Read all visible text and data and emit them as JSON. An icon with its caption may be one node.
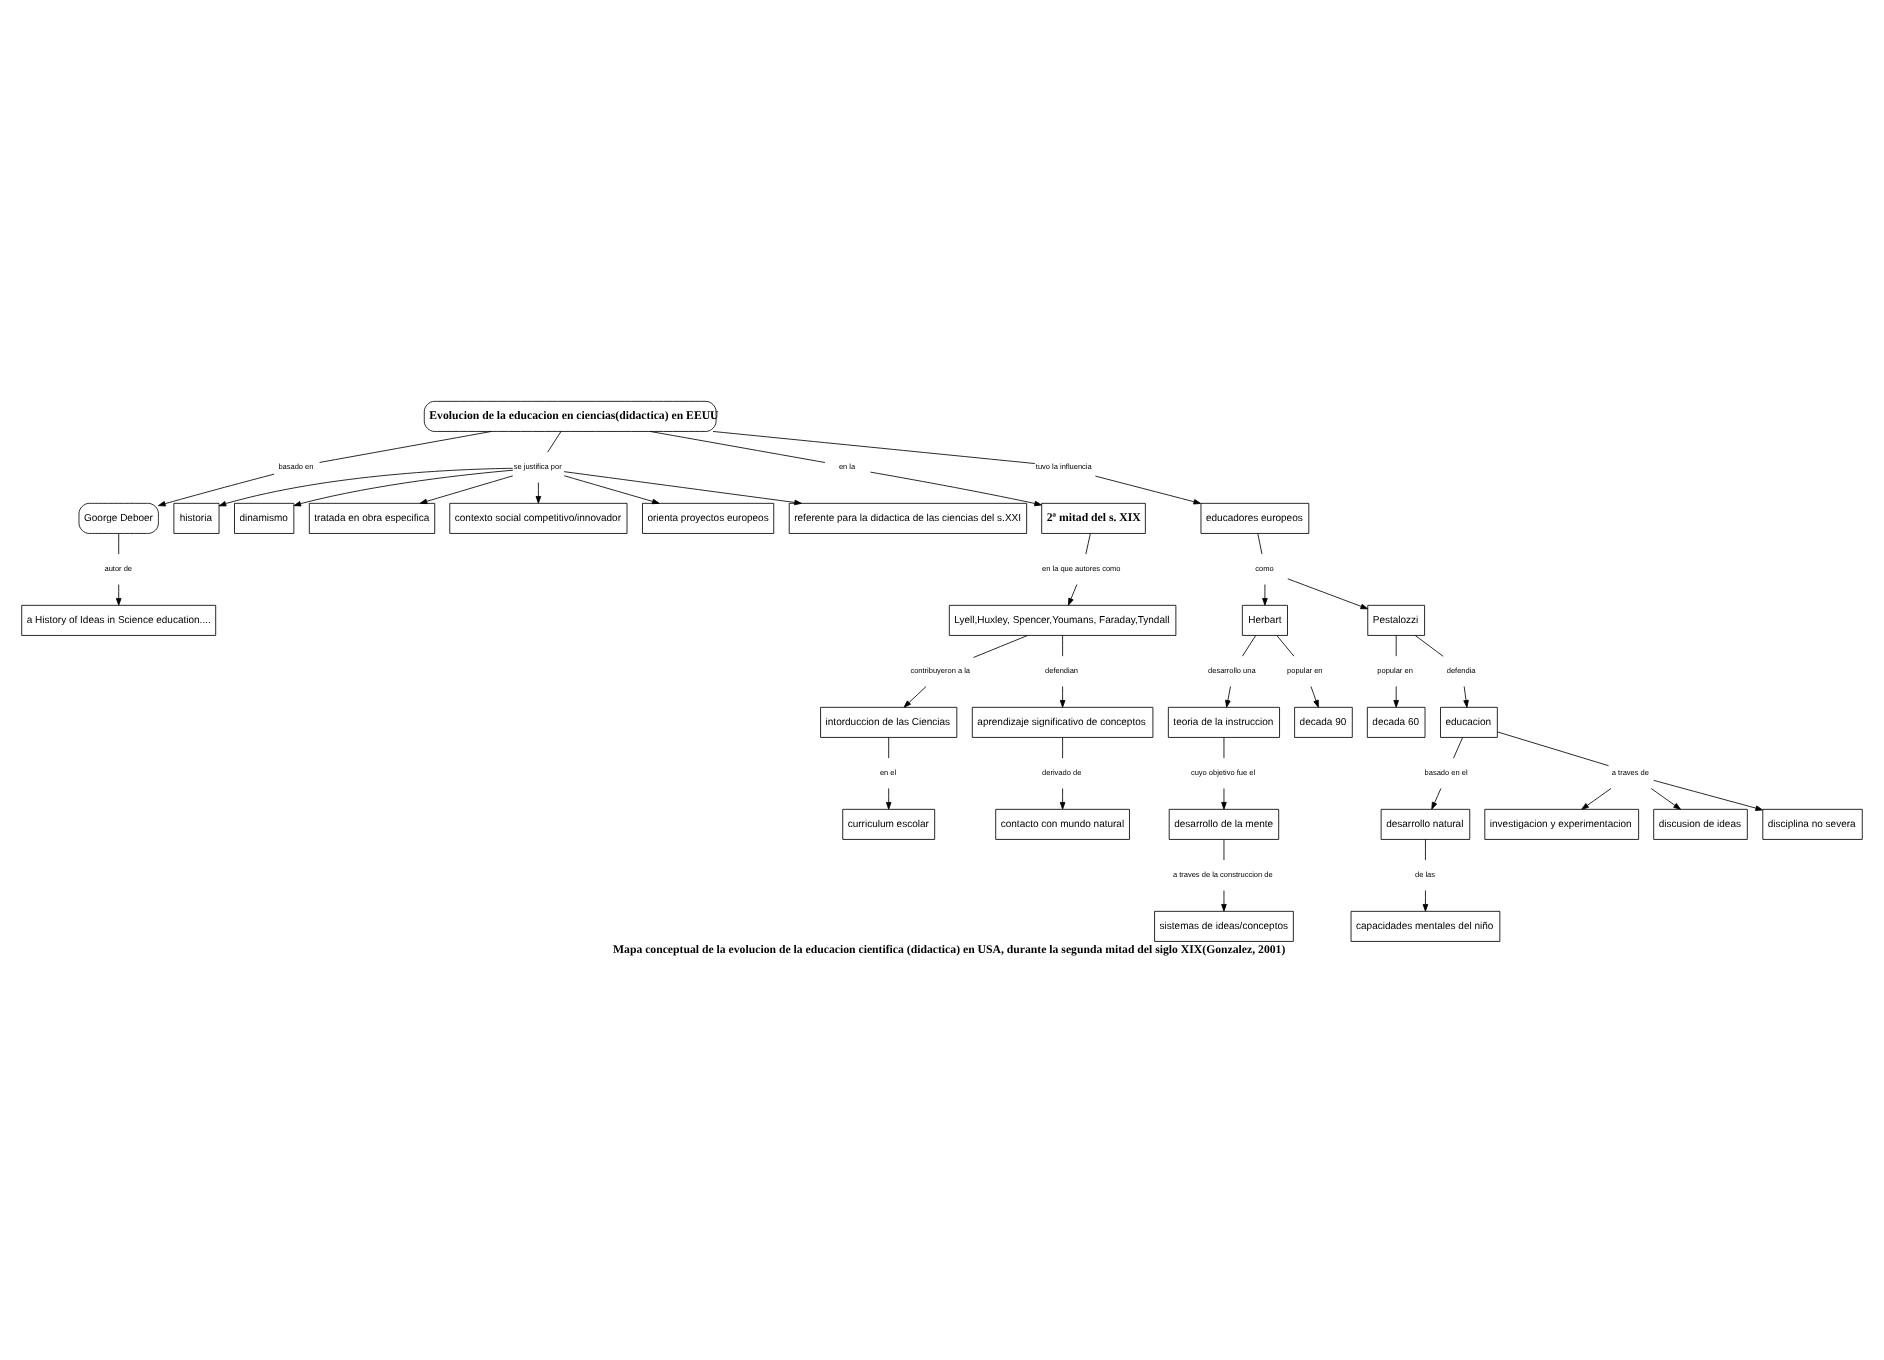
{
  "diagram": {
    "caption": "Mapa conceptual de la evolucion de la educacion cientifica (didactica) en USA, durante la segunda mitad del siglo XIX(Gonzalez, 2001)",
    "nodes": [
      {
        "text": [
          "Evolucion de la educacion en ciencias(didactica) en EEUU"
        ]
      },
      {
        "text": [
          "autor de"
        ]
      },
      {
        "text": [
          "Goorge Deboer"
        ]
      },
      {
        "text": [
          "a History of Ideas in Science education...."
        ]
      },
      {
        "text": [
          "basado en"
        ]
      },
      {
        "text": [
          "se justifica por"
        ]
      },
      {
        "text": [
          "en la"
        ]
      },
      {
        "text": [
          "tuvo la influencia"
        ]
      },
      {
        "text": [
          "historia"
        ]
      },
      {
        "text": [
          "2ª mitad del s. XIX"
        ]
      },
      {
        "text": [
          "dinamismo"
        ]
      },
      {
        "text": [
          "en la que autores como"
        ]
      },
      {
        "text": [
          "educadores europeos"
        ]
      },
      {
        "text": [
          "tratada en obra especifica"
        ]
      },
      {
        "text": [
          "Lyell,Huxley, Spencer,Youmans, Faraday,Tyndall"
        ]
      },
      {
        "text": [
          "como"
        ]
      },
      {
        "text": [
          "Herbart"
        ]
      },
      {
        "text": [
          "Pestalozzi"
        ]
      },
      {
        "text": [
          "contexto social competitivo/innovador"
        ]
      },
      {
        "text": [
          "desarrollo una"
        ]
      },
      {
        "text": [
          "teoria de la instruccion"
        ]
      },
      {
        "text": [
          "popular en"
        ]
      },
      {
        "text": [
          "contribuyeron a la"
        ]
      },
      {
        "text": [
          "defendian"
        ]
      },
      {
        "text": [
          "defendia"
        ]
      },
      {
        "text": [
          "popular en"
        ]
      },
      {
        "text": [
          "cuyo objetivo fue el"
        ]
      },
      {
        "text": [
          "orienta proyectos europeos"
        ]
      },
      {
        "text": [
          "decada 60"
        ]
      },
      {
        "text": [
          "educacion"
        ]
      },
      {
        "text": [
          "decada 90"
        ]
      },
      {
        "text": [
          "referente para la didactica de las ciencias del s.XXI"
        ]
      },
      {
        "text": [
          "intorduccion de las Ciencias"
        ]
      },
      {
        "text": [
          "desarrollo de la mente"
        ]
      },
      {
        "text": [
          "basado en el"
        ]
      },
      {
        "text": [
          "en el"
        ]
      },
      {
        "text": [
          "aprendizaje significativo de conceptos"
        ]
      },
      {
        "text": [
          "desarrollo natural"
        ]
      },
      {
        "text": [
          "a traves de"
        ]
      },
      {
        "text": [
          "investigacion y experimentacion"
        ]
      },
      {
        "text": [
          "curriculum escolar"
        ]
      },
      {
        "text": [
          "derivado de"
        ]
      },
      {
        "text": [
          "discusion de ideas"
        ]
      },
      {
        "text": [
          "a traves de la construccion de"
        ]
      },
      {
        "text": [
          "contacto con mundo natural"
        ]
      },
      {
        "text": [
          "de las"
        ]
      },
      {
        "text": [
          "disciplina no severa"
        ]
      },
      {
        "text": [
          "sistemas de ideas/conceptos"
        ]
      },
      {
        "text": [
          "capacidades mentales del niño"
        ]
      }
    ],
    "edges": [
      {
        "from": 2,
        "to": 1,
        "arrow": "none"
      },
      {
        "from": 1,
        "to": 3,
        "arrow": "to"
      },
      {
        "from": 0,
        "to": 4,
        "arrow": "none"
      },
      {
        "from": 4,
        "to": 2,
        "arrow": "to"
      },
      {
        "from": 0,
        "to": 5,
        "arrow": "none"
      },
      {
        "from": 5,
        "to": 8,
        "arrow": "to"
      },
      {
        "from": 5,
        "to": 10,
        "arrow": "to"
      },
      {
        "from": 5,
        "to": 13,
        "arrow": "to"
      },
      {
        "from": 5,
        "to": 18,
        "arrow": "to"
      },
      {
        "from": 5,
        "to": 31,
        "arrow": "to"
      },
      {
        "from": 5,
        "to": 27,
        "arrow": "to"
      },
      {
        "from": 0,
        "to": 6,
        "arrow": "none"
      },
      {
        "from": 6,
        "to": 9,
        "arrow": "to"
      },
      {
        "from": 0,
        "to": 7,
        "arrow": "none"
      },
      {
        "from": 7,
        "to": 12,
        "arrow": "to"
      },
      {
        "from": 9,
        "to": 11,
        "arrow": "none"
      },
      {
        "from": 11,
        "to": 14,
        "arrow": "to"
      },
      {
        "from": 14,
        "to": 22,
        "arrow": "none"
      },
      {
        "from": 22,
        "to": 32,
        "arrow": "to"
      },
      {
        "from": 14,
        "to": 23,
        "arrow": "none"
      },
      {
        "from": 23,
        "to": 36,
        "arrow": "to"
      },
      {
        "from": 32,
        "to": 35,
        "arrow": "none"
      },
      {
        "from": 35,
        "to": 40,
        "arrow": "to"
      },
      {
        "from": 36,
        "to": 41,
        "arrow": "none"
      },
      {
        "from": 41,
        "to": 44,
        "arrow": "to"
      },
      {
        "from": 12,
        "to": 15,
        "arrow": "none"
      },
      {
        "from": 15,
        "to": 17,
        "arrow": "to"
      },
      {
        "from": 15,
        "to": 16,
        "arrow": "to"
      },
      {
        "from": 17,
        "to": 21,
        "arrow": "none"
      },
      {
        "from": 21,
        "to": 28,
        "arrow": "to"
      },
      {
        "from": 17,
        "to": 24,
        "arrow": "none"
      },
      {
        "from": 24,
        "to": 29,
        "arrow": "to"
      },
      {
        "from": 16,
        "to": 25,
        "arrow": "none"
      },
      {
        "from": 25,
        "to": 30,
        "arrow": "to"
      },
      {
        "from": 16,
        "to": 19,
        "arrow": "none"
      },
      {
        "from": 19,
        "to": 20,
        "arrow": "to"
      },
      {
        "from": 20,
        "to": 26,
        "arrow": "none"
      },
      {
        "from": 26,
        "to": 33,
        "arrow": "to"
      },
      {
        "from": 33,
        "to": 43,
        "arrow": "none"
      },
      {
        "from": 43,
        "to": 47,
        "arrow": "to"
      },
      {
        "from": 29,
        "to": 34,
        "arrow": "none"
      },
      {
        "from": 34,
        "to": 37,
        "arrow": "to"
      },
      {
        "from": 29,
        "to": 38,
        "arrow": "none"
      },
      {
        "from": 38,
        "to": 42,
        "arrow": "to"
      },
      {
        "from": 38,
        "to": 46,
        "arrow": "to"
      },
      {
        "from": 38,
        "to": 39,
        "arrow": "to"
      },
      {
        "from": 37,
        "to": 45,
        "arrow": "none"
      },
      {
        "from": 45,
        "to": 48,
        "arrow": "to"
      }
    ]
  }
}
